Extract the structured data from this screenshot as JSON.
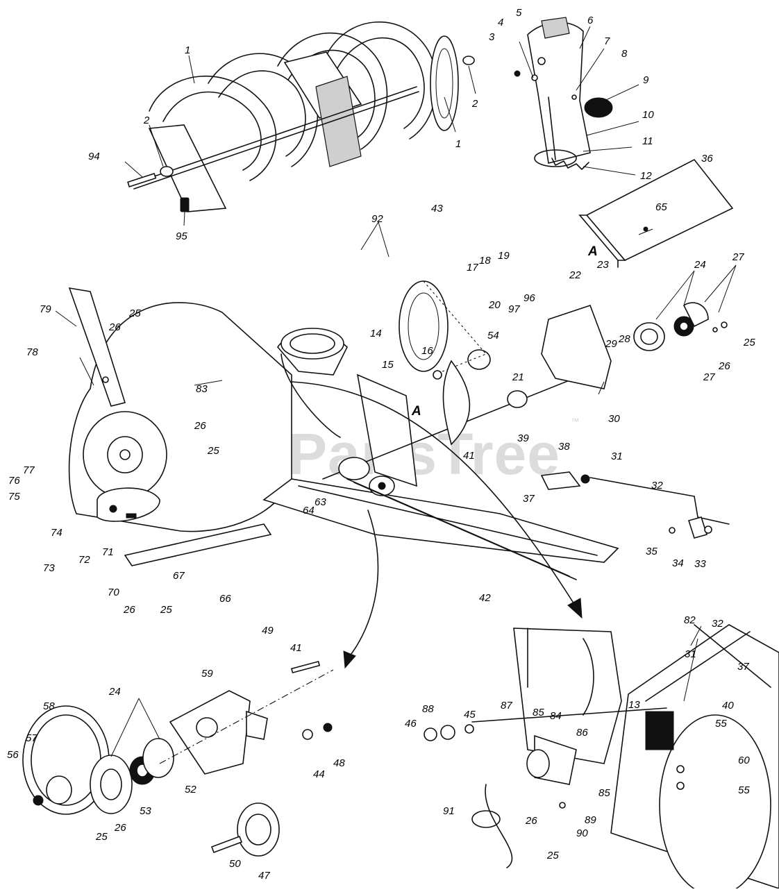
{
  "diagram": {
    "watermark": "PartsTree",
    "watermark_mark": "™",
    "reference_letter": "A",
    "callouts": [
      {
        "id": "c1a",
        "label": "1"
      },
      {
        "id": "c1b",
        "label": "1"
      },
      {
        "id": "c2a",
        "label": "2"
      },
      {
        "id": "c2b",
        "label": "2"
      },
      {
        "id": "c3",
        "label": "3"
      },
      {
        "id": "c4",
        "label": "4"
      },
      {
        "id": "c5",
        "label": "5"
      },
      {
        "id": "c6",
        "label": "6"
      },
      {
        "id": "c7",
        "label": "7"
      },
      {
        "id": "c8",
        "label": "8"
      },
      {
        "id": "c9",
        "label": "9"
      },
      {
        "id": "c10",
        "label": "10"
      },
      {
        "id": "c11",
        "label": "11"
      },
      {
        "id": "c12",
        "label": "12"
      },
      {
        "id": "c13",
        "label": "13"
      },
      {
        "id": "c14",
        "label": "14"
      },
      {
        "id": "c15",
        "label": "15"
      },
      {
        "id": "c16",
        "label": "16"
      },
      {
        "id": "c17",
        "label": "17"
      },
      {
        "id": "c18",
        "label": "18"
      },
      {
        "id": "c19",
        "label": "19"
      },
      {
        "id": "c20",
        "label": "20"
      },
      {
        "id": "c21",
        "label": "21"
      },
      {
        "id": "c22",
        "label": "22"
      },
      {
        "id": "c23",
        "label": "23"
      },
      {
        "id": "c24a",
        "label": "24"
      },
      {
        "id": "c24b",
        "label": "24"
      },
      {
        "id": "c25a",
        "label": "25"
      },
      {
        "id": "c25b",
        "label": "25"
      },
      {
        "id": "c25c",
        "label": "25"
      },
      {
        "id": "c25d",
        "label": "25"
      },
      {
        "id": "c25e",
        "label": "25"
      },
      {
        "id": "c25f",
        "label": "25"
      },
      {
        "id": "c26a",
        "label": "26"
      },
      {
        "id": "c26b",
        "label": "26"
      },
      {
        "id": "c26c",
        "label": "26"
      },
      {
        "id": "c26d",
        "label": "26"
      },
      {
        "id": "c26e",
        "label": "26"
      },
      {
        "id": "c26f",
        "label": "26"
      },
      {
        "id": "c27a",
        "label": "27"
      },
      {
        "id": "c27b",
        "label": "27"
      },
      {
        "id": "c28",
        "label": "28"
      },
      {
        "id": "c29",
        "label": "29"
      },
      {
        "id": "c30",
        "label": "30"
      },
      {
        "id": "c31a",
        "label": "31"
      },
      {
        "id": "c31b",
        "label": "31"
      },
      {
        "id": "c32a",
        "label": "32"
      },
      {
        "id": "c32b",
        "label": "32"
      },
      {
        "id": "c33",
        "label": "33"
      },
      {
        "id": "c34",
        "label": "34"
      },
      {
        "id": "c35",
        "label": "35"
      },
      {
        "id": "c36",
        "label": "36"
      },
      {
        "id": "c37a",
        "label": "37"
      },
      {
        "id": "c37b",
        "label": "37"
      },
      {
        "id": "c38",
        "label": "38"
      },
      {
        "id": "c39",
        "label": "39"
      },
      {
        "id": "c40",
        "label": "40"
      },
      {
        "id": "c41a",
        "label": "41"
      },
      {
        "id": "c41b",
        "label": "41"
      },
      {
        "id": "c42",
        "label": "42"
      },
      {
        "id": "c43",
        "label": "43"
      },
      {
        "id": "c44",
        "label": "44"
      },
      {
        "id": "c45",
        "label": "45"
      },
      {
        "id": "c46",
        "label": "46"
      },
      {
        "id": "c47",
        "label": "47"
      },
      {
        "id": "c48",
        "label": "48"
      },
      {
        "id": "c49",
        "label": "49"
      },
      {
        "id": "c50",
        "label": "50"
      },
      {
        "id": "c52",
        "label": "52"
      },
      {
        "id": "c53",
        "label": "53"
      },
      {
        "id": "c54",
        "label": "54"
      },
      {
        "id": "c55a",
        "label": "55"
      },
      {
        "id": "c55b",
        "label": "55"
      },
      {
        "id": "c56",
        "label": "56"
      },
      {
        "id": "c57",
        "label": "57"
      },
      {
        "id": "c58",
        "label": "58"
      },
      {
        "id": "c59",
        "label": "59"
      },
      {
        "id": "c60",
        "label": "60"
      },
      {
        "id": "c63",
        "label": "63"
      },
      {
        "id": "c64",
        "label": "64"
      },
      {
        "id": "c65",
        "label": "65"
      },
      {
        "id": "c66",
        "label": "66"
      },
      {
        "id": "c67",
        "label": "67"
      },
      {
        "id": "c70",
        "label": "70"
      },
      {
        "id": "c71",
        "label": "71"
      },
      {
        "id": "c72",
        "label": "72"
      },
      {
        "id": "c73",
        "label": "73"
      },
      {
        "id": "c74",
        "label": "74"
      },
      {
        "id": "c75",
        "label": "75"
      },
      {
        "id": "c76",
        "label": "76"
      },
      {
        "id": "c77",
        "label": "77"
      },
      {
        "id": "c78",
        "label": "78"
      },
      {
        "id": "c79",
        "label": "79"
      },
      {
        "id": "c82",
        "label": "82"
      },
      {
        "id": "c83",
        "label": "83"
      },
      {
        "id": "c84",
        "label": "84"
      },
      {
        "id": "c85a",
        "label": "85"
      },
      {
        "id": "c85b",
        "label": "85"
      },
      {
        "id": "c86",
        "label": "86"
      },
      {
        "id": "c87",
        "label": "87"
      },
      {
        "id": "c88",
        "label": "88"
      },
      {
        "id": "c89",
        "label": "89"
      },
      {
        "id": "c90",
        "label": "90"
      },
      {
        "id": "c91",
        "label": "91"
      },
      {
        "id": "c92",
        "label": "92"
      },
      {
        "id": "c94",
        "label": "94"
      },
      {
        "id": "c95",
        "label": "95"
      },
      {
        "id": "c96",
        "label": "96"
      },
      {
        "id": "c97",
        "label": "97"
      }
    ]
  }
}
